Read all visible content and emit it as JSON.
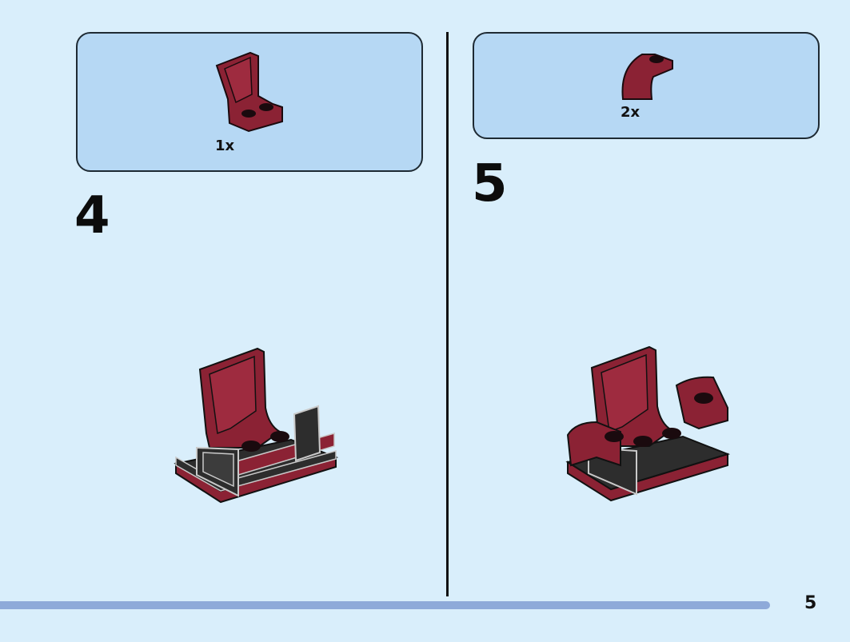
{
  "steps": [
    {
      "number": "4",
      "part_qty": "1x",
      "part": "seat-piece"
    },
    {
      "number": "5",
      "part_qty": "2x",
      "part": "curved-slope-piece"
    }
  ],
  "page_number": "5",
  "colors": {
    "background": "#d9eefb",
    "callout": "#b6d8f4",
    "brick_red": "#8b2234",
    "brick_red_dark": "#6a1828",
    "brick_black": "#2d2d2d",
    "progress_bar": "#8eaad9"
  }
}
